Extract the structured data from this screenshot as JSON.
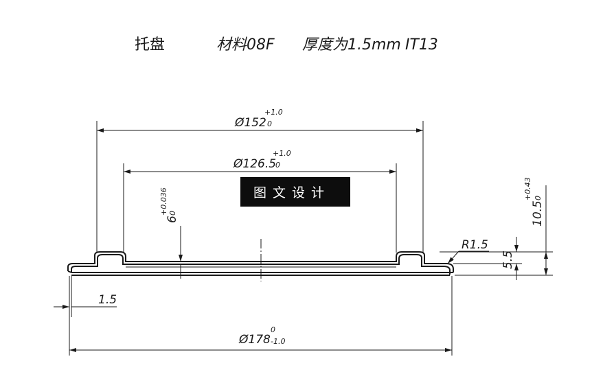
{
  "title": {
    "part_name": "托盘",
    "material": "材料08F",
    "thickness": "厚度为1.5mm",
    "grade": "IT13"
  },
  "watermark": "图文设计",
  "dimensions": {
    "d152": {
      "text": "Ø152",
      "upper": "+1.0",
      "lower": "0"
    },
    "d126": {
      "text": "Ø126.5",
      "upper": "+1.0",
      "lower": "0"
    },
    "h6": {
      "text": "6",
      "upper": "+0.036",
      "lower": "0"
    },
    "h10": {
      "text": "10.5",
      "upper": "+0.43",
      "lower": "0"
    },
    "r15": {
      "text": "R1.5"
    },
    "h55": {
      "text": "5.5"
    },
    "t15": {
      "text": "1.5"
    },
    "d178": {
      "text": "Ø178",
      "upper": "0",
      "lower": "-1.0"
    }
  }
}
